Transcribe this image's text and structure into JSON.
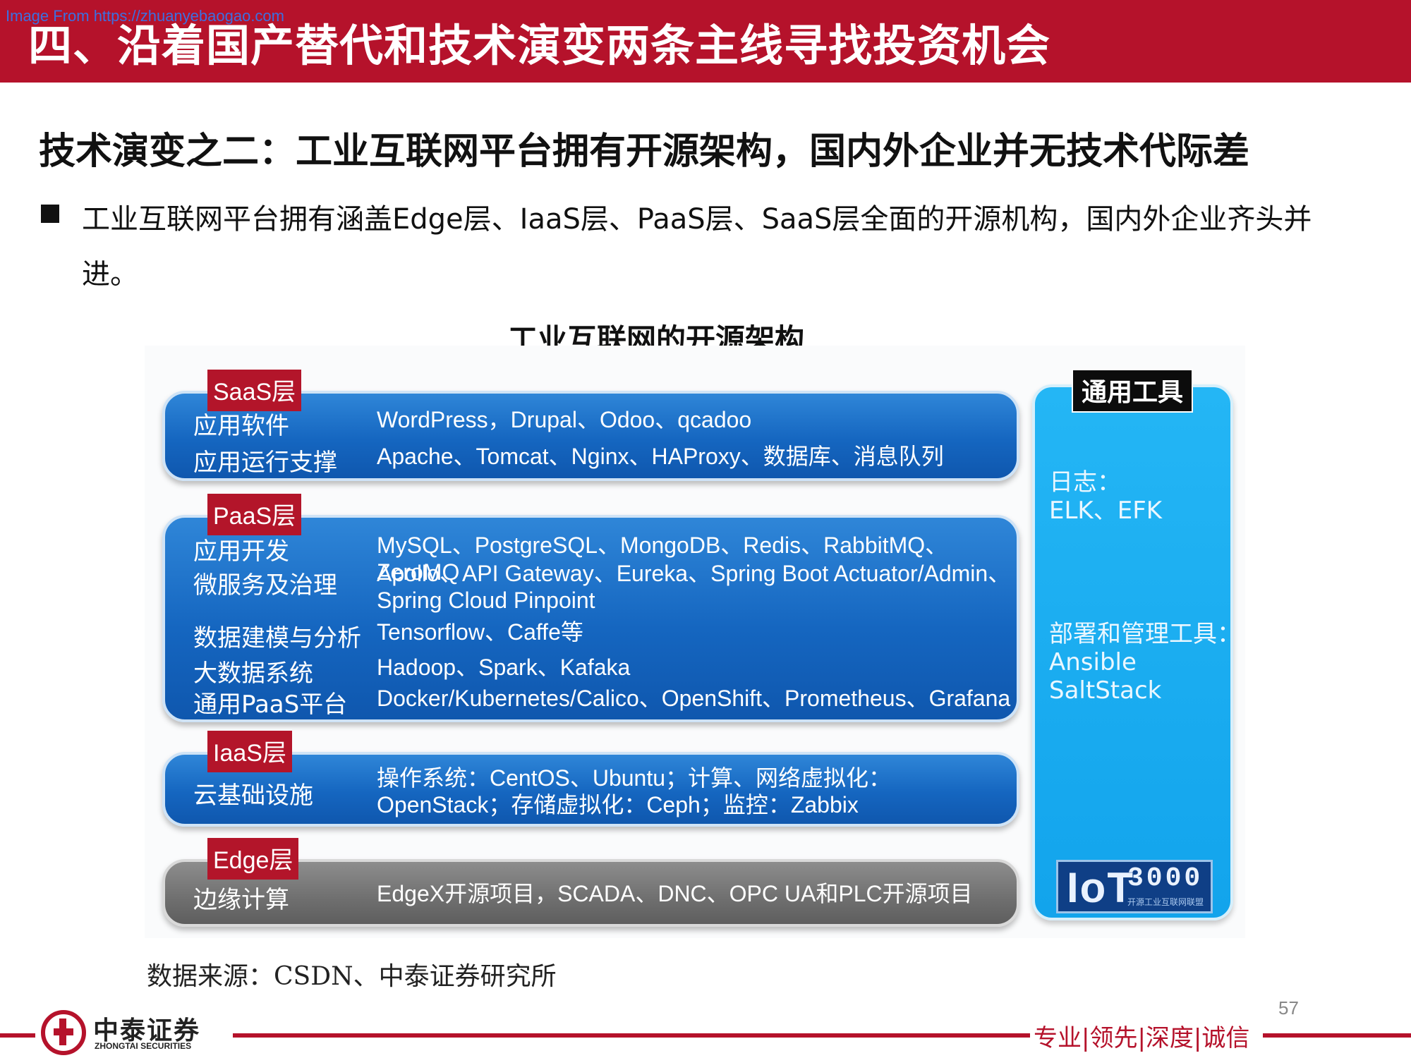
{
  "watermark": "Image From https://zhuanyebaogao.com",
  "header": {
    "title": "四、沿着国产替代和技术演变两条主线寻找投资机会"
  },
  "subtitle": "技术演变之二：工业互联网平台拥有开源架构，国内外企业并无技术代际差",
  "bullet": "工业互联网平台拥有涵盖Edge层、IaaS层、PaaS层、SaaS层全面的开源机构，国内外企业齐头并进。",
  "figure": {
    "title": "工业互联网的开源架构",
    "layers": [
      {
        "tag": "SaaS层",
        "rows": [
          {
            "label": "应用软件",
            "value": "WordPress，Drupal、Odoo、qcadoo"
          },
          {
            "label": "应用运行支撑",
            "value": "Apache、Tomcat、Nginx、HAProxy、数据库、消息队列"
          }
        ]
      },
      {
        "tag": "PaaS层",
        "rows": [
          {
            "label": "应用开发",
            "value": "MySQL、PostgreSQL、MongoDB、Redis、RabbitMQ、ZeroMQ"
          },
          {
            "label": "微服务及治理",
            "value": "Apollo、API Gateway、Eureka、Spring Boot Actuator/Admin、Spring Cloud Pinpoint"
          },
          {
            "label": "数据建模与分析",
            "value": "Tensorflow、Caffe等"
          },
          {
            "label": "大数据系统",
            "value": "Hadoop、Spark、Kafaka"
          },
          {
            "label": "通用PaaS平台",
            "value": "Docker/Kubernetes/Calico、OpenShift、Prometheus、Grafana"
          }
        ]
      },
      {
        "tag": "IaaS层",
        "rows": [
          {
            "label": "云基础设施",
            "value": "操作系统：CentOS、Ubuntu；计算、网络虚拟化：OpenStack；存储虚拟化：Ceph；监控：Zabbix"
          }
        ]
      },
      {
        "tag": "Edge层",
        "rows": [
          {
            "label": "边缘计算",
            "value": "EdgeX开源项目，SCADA、DNC、OPC UA和PLC开源项目"
          }
        ]
      }
    ],
    "tools": {
      "tag": "通用工具",
      "log_label": "日志：",
      "log_value": "ELK、EFK",
      "deploy_label": "部署和管理工具：",
      "deploy_values": [
        "Ansible",
        "SaltStack"
      ],
      "badge_main": "IoT",
      "badge_num": "3000",
      "badge_sub": "开源工业互联网联盟"
    },
    "colors": {
      "layer_blue": "#1566c0",
      "edge_gray": "#6f6f6f",
      "tag_red": "#b3152a",
      "tools_cyan": "#12a4ec"
    }
  },
  "source": "数据来源：CSDN、中泰证券研究所",
  "page_number": "57",
  "footer": {
    "logo_cn": "中泰证券",
    "logo_en": "ZHONGTAI SECURITIES",
    "slogan": "专业|领先|深度|诚信",
    "brand_color": "#b5122b"
  }
}
